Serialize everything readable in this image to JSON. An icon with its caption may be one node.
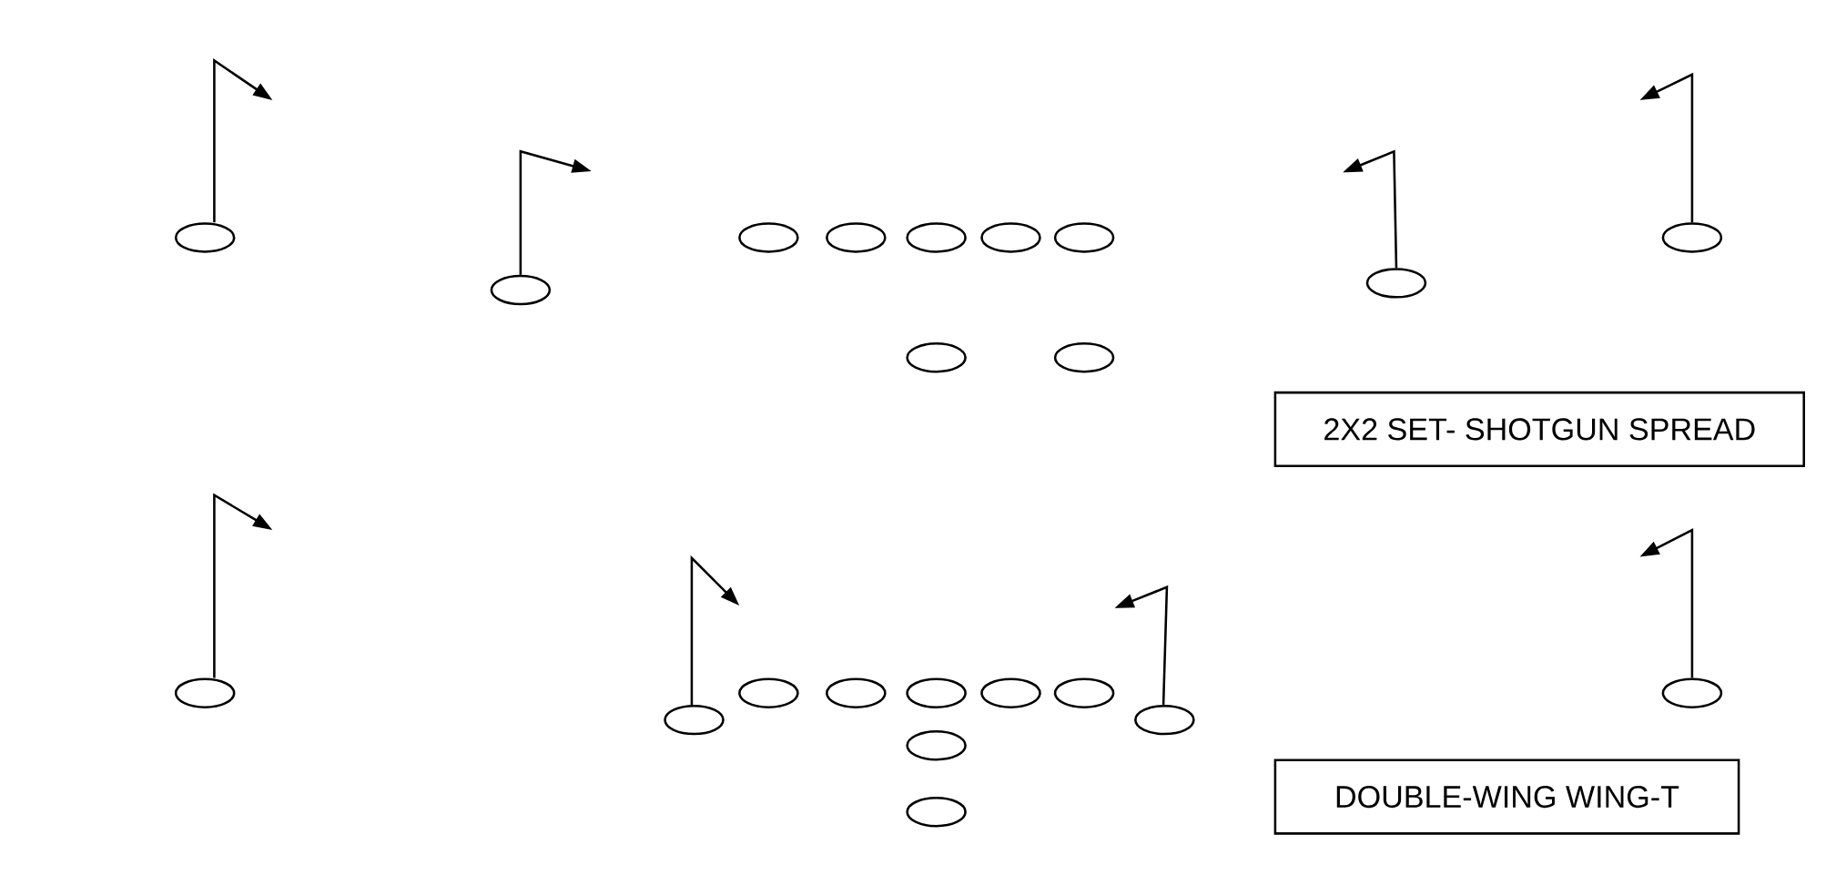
{
  "diagram": {
    "nodes": [
      {
        "text": [],
        "shape": "ellipse"
      },
      {
        "text": [],
        "shape": "ellipse"
      },
      {
        "text": [],
        "shape": "ellipse"
      },
      {
        "text": [],
        "shape": "ellipse"
      },
      {
        "text": [],
        "shape": "ellipse"
      },
      {
        "text": [],
        "shape": "ellipse"
      },
      {
        "text": [],
        "shape": "ellipse"
      },
      {
        "text": [],
        "shape": "ellipse"
      },
      {
        "text": [],
        "shape": "ellipse"
      },
      {
        "text": [],
        "shape": "ellipse"
      },
      {
        "text": [],
        "shape": "ellipse"
      },
      {
        "text": [
          "2X2 SET- SHOTGUN SPREAD"
        ]
      },
      {
        "text": [],
        "shape": "ellipse"
      },
      {
        "text": [],
        "shape": "ellipse"
      },
      {
        "text": [],
        "shape": "ellipse"
      },
      {
        "text": [],
        "shape": "ellipse"
      },
      {
        "text": [],
        "shape": "ellipse"
      },
      {
        "text": [],
        "shape": "ellipse"
      },
      {
        "text": [],
        "shape": "ellipse"
      },
      {
        "text": [],
        "shape": "ellipse"
      },
      {
        "text": [],
        "shape": "ellipse"
      },
      {
        "text": [],
        "shape": "ellipse"
      },
      {
        "text": [],
        "shape": "ellipse"
      },
      {
        "text": [
          "DOUBLE-WING WING-T"
        ]
      }
    ],
    "edges": [
      {
        "from": 0,
        "to": null,
        "arrow": "to"
      },
      {
        "from": 1,
        "to": null,
        "arrow": "to"
      },
      {
        "from": 9,
        "to": null,
        "arrow": "to"
      },
      {
        "from": 10,
        "to": null,
        "arrow": "to"
      },
      {
        "from": 12,
        "to": null,
        "arrow": "to"
      },
      {
        "from": 13,
        "to": null,
        "arrow": "to"
      },
      {
        "from": 21,
        "to": null,
        "arrow": "to"
      },
      {
        "from": 22,
        "to": null,
        "arrow": "to"
      }
    ]
  }
}
